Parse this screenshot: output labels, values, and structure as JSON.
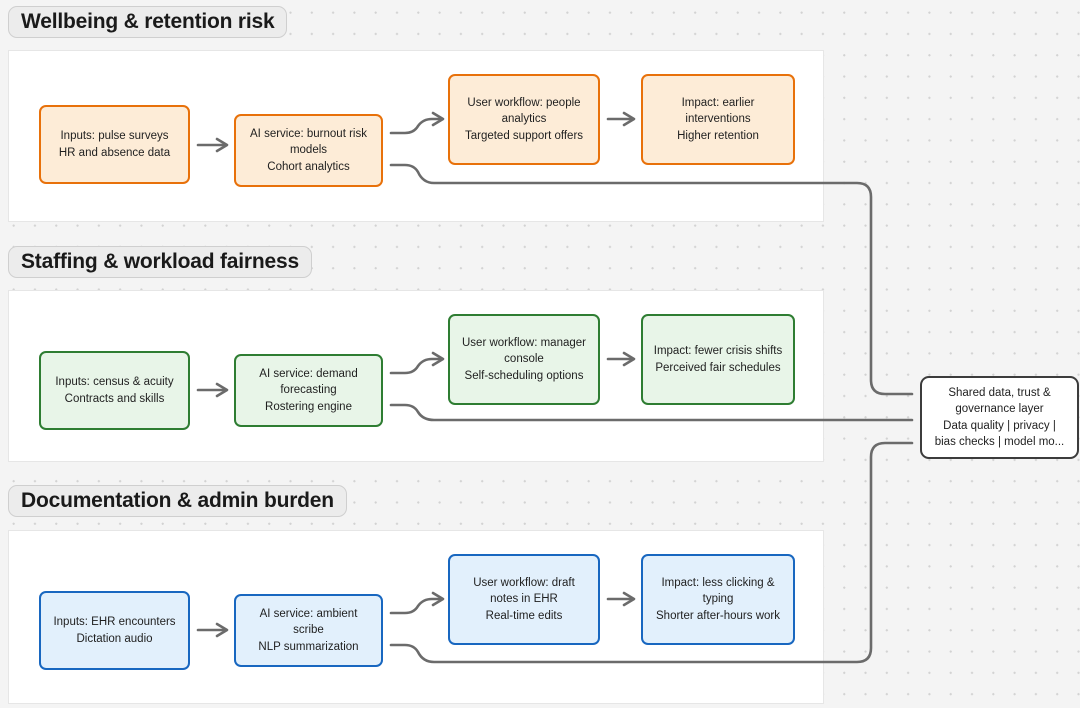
{
  "canvas": {
    "background_color": "#f4f4f4",
    "panel_color": "#ffffff",
    "dot_color": "#d2d2d2"
  },
  "groups": [
    {
      "id": "wellbeing",
      "title": "Wellbeing & retention risk",
      "accent_color": "#e8710a",
      "fill_color": "#fdecd7",
      "nodes": [
        {
          "id": "wb-input",
          "name": "inputs",
          "lines": [
            "Inputs: pulse surveys",
            "HR and absence data"
          ]
        },
        {
          "id": "wb-ai",
          "name": "ai-service",
          "lines": [
            "AI service: burnout risk",
            "models",
            "Cohort analytics"
          ]
        },
        {
          "id": "wb-workflow",
          "name": "user-workflow",
          "lines": [
            "User workflow: people",
            "analytics",
            "Targeted support offers"
          ]
        },
        {
          "id": "wb-impact",
          "name": "impact",
          "lines": [
            "Impact: earlier",
            "interventions",
            "Higher retention"
          ]
        }
      ]
    },
    {
      "id": "staffing",
      "title": "Staffing & workload fairness",
      "accent_color": "#2e7d32",
      "fill_color": "#e8f5e8",
      "nodes": [
        {
          "id": "st-input",
          "name": "inputs",
          "lines": [
            "Inputs: census & acuity",
            "Contracts and skills"
          ]
        },
        {
          "id": "st-ai",
          "name": "ai-service",
          "lines": [
            "AI service: demand",
            "forecasting",
            "Rostering engine"
          ]
        },
        {
          "id": "st-workflow",
          "name": "user-workflow",
          "lines": [
            "User workflow: manager",
            "console",
            "Self-scheduling options"
          ]
        },
        {
          "id": "st-impact",
          "name": "impact",
          "lines": [
            "Impact: fewer crisis shifts",
            "Perceived fair schedules"
          ]
        }
      ]
    },
    {
      "id": "documentation",
      "title": "Documentation & admin burden",
      "accent_color": "#1867c0",
      "fill_color": "#e2f0fc",
      "nodes": [
        {
          "id": "dc-input",
          "name": "inputs",
          "lines": [
            "Inputs: EHR encounters",
            "Dictation audio"
          ]
        },
        {
          "id": "dc-ai",
          "name": "ai-service",
          "lines": [
            "AI service: ambient",
            "scribe",
            "NLP summarization"
          ]
        },
        {
          "id": "dc-workflow",
          "name": "user-workflow",
          "lines": [
            "User workflow: draft",
            "notes in EHR",
            "Real-time edits"
          ]
        },
        {
          "id": "dc-impact",
          "name": "impact",
          "lines": [
            "Impact: less clicking &",
            "typing",
            "Shorter after-hours work"
          ]
        }
      ]
    }
  ],
  "shared_node": {
    "id": "governance",
    "name": "shared-governance-layer",
    "border_color": "#3c3c3c",
    "lines": [
      "Shared data, trust &",
      "governance layer",
      "Data quality | privacy |",
      "bias checks | model mo..."
    ]
  },
  "edges": {
    "color": "#6b6b6b",
    "connections": [
      {
        "from": "wb-input",
        "to": "wb-ai",
        "style": "straight-arrow"
      },
      {
        "from": "wb-ai",
        "to": "wb-workflow",
        "style": "s-curve-arrow"
      },
      {
        "from": "wb-workflow",
        "to": "wb-impact",
        "style": "straight-arrow"
      },
      {
        "from": "wb-ai",
        "to": "governance",
        "style": "orthogonal"
      },
      {
        "from": "st-input",
        "to": "st-ai",
        "style": "straight-arrow"
      },
      {
        "from": "st-ai",
        "to": "st-workflow",
        "style": "s-curve-arrow"
      },
      {
        "from": "st-workflow",
        "to": "st-impact",
        "style": "straight-arrow"
      },
      {
        "from": "st-ai",
        "to": "governance",
        "style": "orthogonal"
      },
      {
        "from": "dc-input",
        "to": "dc-ai",
        "style": "straight-arrow"
      },
      {
        "from": "dc-ai",
        "to": "dc-workflow",
        "style": "s-curve-arrow"
      },
      {
        "from": "dc-workflow",
        "to": "dc-impact",
        "style": "straight-arrow"
      },
      {
        "from": "dc-ai",
        "to": "governance",
        "style": "orthogonal"
      }
    ]
  }
}
